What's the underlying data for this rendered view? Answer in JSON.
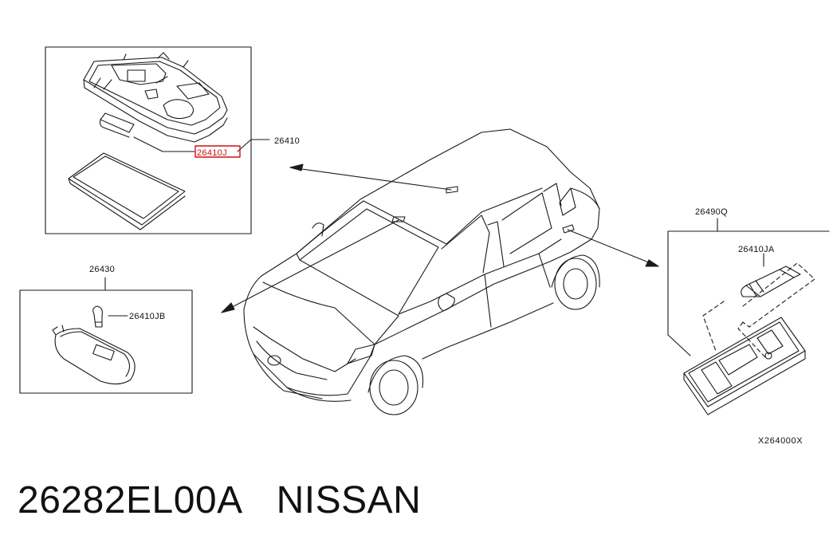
{
  "callouts": {
    "part_26410": "26410",
    "part_26410J": "26410J",
    "part_26430": "26430",
    "part_26410JB": "26410JB",
    "part_26490Q": "26490Q",
    "part_26410JA": "26410JA"
  },
  "diagram_code": "X264000X",
  "caption": {
    "part_number": "26282EL00A",
    "brand": "NISSAN"
  },
  "colors": {
    "line": "#1a1a1a",
    "highlight": "#cc1111"
  }
}
